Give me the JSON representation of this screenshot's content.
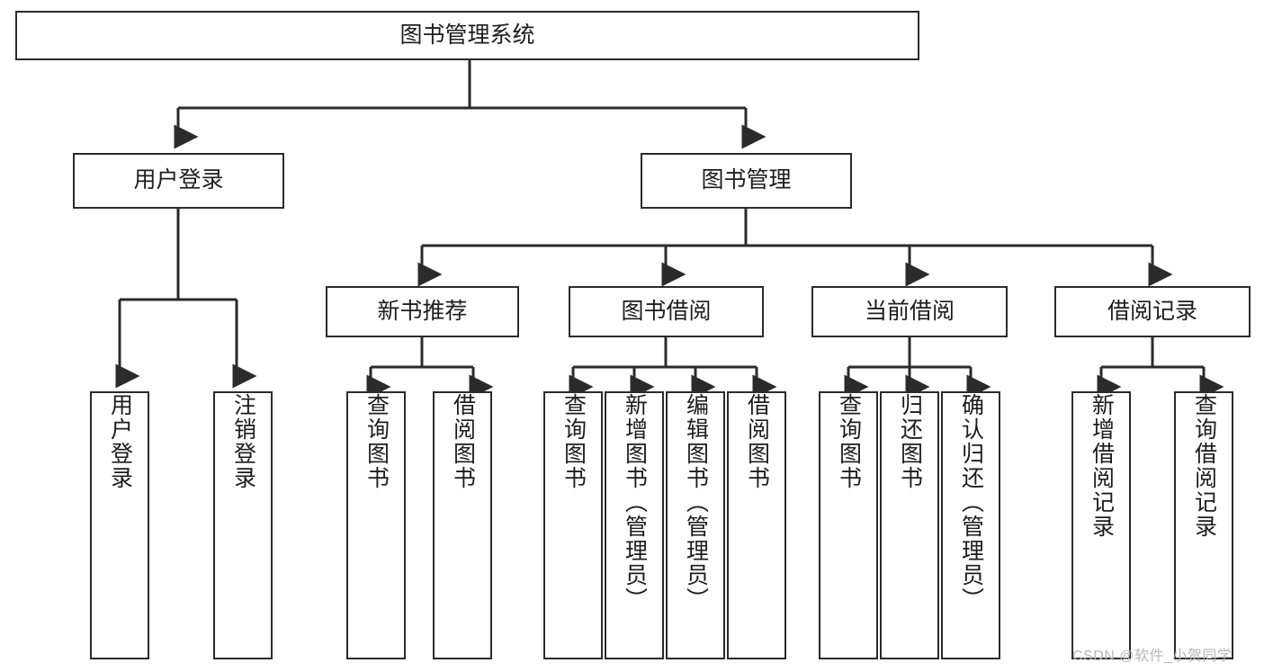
{
  "diagram": {
    "type": "tree",
    "title": "图书管理系统",
    "orientation": "top-down",
    "colors": {
      "stroke": "#2b2b2b",
      "fill": "#ffffff",
      "text": "#1d1d1d",
      "watermark": "#b7b7b7"
    },
    "nodes": {
      "root": {
        "label": "图书管理系统"
      },
      "tier2": [
        {
          "id": "user-login",
          "label": "用户登录"
        },
        {
          "id": "book-manage",
          "label": "图书管理"
        }
      ],
      "tier3": [
        {
          "id": "new-book-rec",
          "label": "新书推荐"
        },
        {
          "id": "book-borrow",
          "label": "图书借阅"
        },
        {
          "id": "current-borrow",
          "label": "当前借阅"
        },
        {
          "id": "borrow-record",
          "label": "借阅记录"
        }
      ],
      "leaves": [
        {
          "id": "leaf-user-login",
          "label": "用户登录",
          "parent": "user-login"
        },
        {
          "id": "leaf-logout",
          "label": "注销登录",
          "parent": "user-login"
        },
        {
          "id": "leaf-query-book-1",
          "label": "查询图书",
          "parent": "new-book-rec"
        },
        {
          "id": "leaf-borrow-book-1",
          "label": "借阅图书",
          "parent": "new-book-rec"
        },
        {
          "id": "leaf-query-book-2",
          "label": "查询图书",
          "parent": "book-borrow"
        },
        {
          "id": "leaf-add-book",
          "label": "新增图书（管理员）",
          "parent": "book-borrow"
        },
        {
          "id": "leaf-edit-book",
          "label": "编辑图书（管理员）",
          "parent": "book-borrow"
        },
        {
          "id": "leaf-borrow-book-2",
          "label": "借阅图书",
          "parent": "book-borrow"
        },
        {
          "id": "leaf-query-book-3",
          "label": "查询图书",
          "parent": "current-borrow"
        },
        {
          "id": "leaf-return-book",
          "label": "归还图书",
          "parent": "current-borrow"
        },
        {
          "id": "leaf-confirm-return",
          "label": "确认归还（管理员）",
          "parent": "current-borrow"
        },
        {
          "id": "leaf-add-record",
          "label": "新增借阅记录",
          "parent": "borrow-record"
        },
        {
          "id": "leaf-query-record",
          "label": "查询借阅记录",
          "parent": "borrow-record"
        }
      ]
    }
  },
  "watermark": {
    "text": "CSDN @软件_小贺同学"
  }
}
